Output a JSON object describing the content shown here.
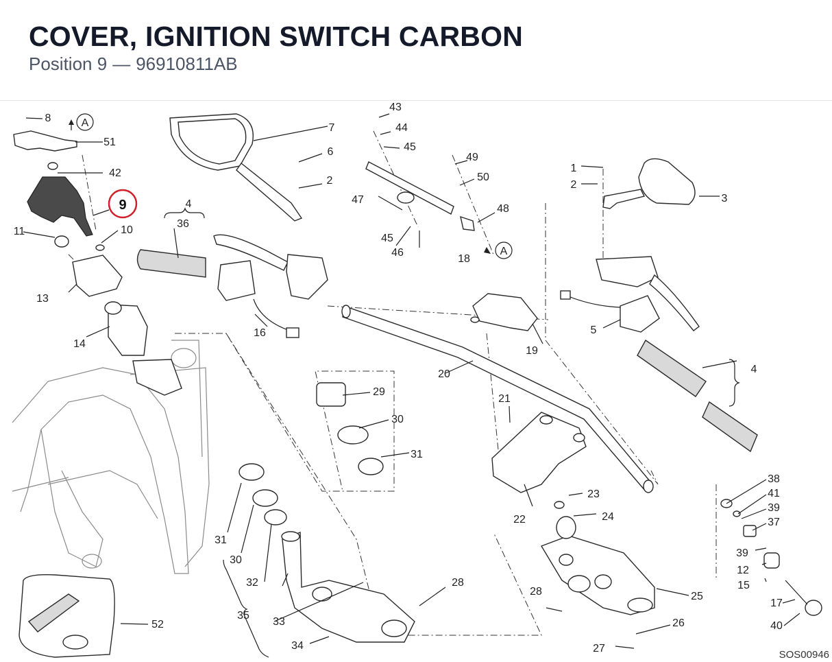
{
  "header": {
    "title": "COVER, IGNITION SWITCH CARBON",
    "position_label": "Position 9",
    "separator": "—",
    "part_number": "96910811AB"
  },
  "diagram": {
    "highlight_label": "9",
    "highlight_color": "#d0202a",
    "highlight_part_color": "#4a4a4a",
    "drawing_code": "SOS00946",
    "reference_marker": "A",
    "labels": [
      "8",
      "51",
      "42",
      "11",
      "10",
      "13",
      "14",
      "7",
      "6",
      "2",
      "4",
      "36",
      "16",
      "43",
      "44",
      "45",
      "49",
      "50",
      "47",
      "48",
      "45",
      "46",
      "18",
      "19",
      "20",
      "1",
      "2",
      "3",
      "5",
      "4",
      "21",
      "22",
      "23",
      "24",
      "25",
      "26",
      "27",
      "28",
      "29",
      "30",
      "31",
      "31",
      "30",
      "32",
      "33",
      "34",
      "35",
      "28",
      "52",
      "38",
      "41",
      "39",
      "37",
      "39",
      "12",
      "15",
      "17",
      "40"
    ]
  }
}
